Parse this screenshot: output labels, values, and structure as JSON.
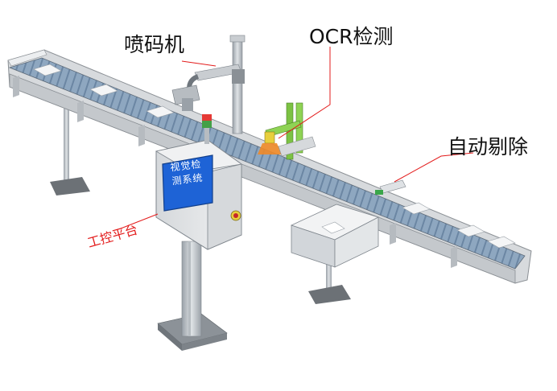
{
  "labels": {
    "printer": "喷码机",
    "ocr": "OCR检测",
    "reject": "自动剔除",
    "control": "工控平台"
  },
  "screen": {
    "line1": "视觉检",
    "line2": "测系统"
  },
  "colors": {
    "callout_line": "#e31b1b",
    "conveyor_frame": "#cfd3d6",
    "belt": "#7d9bb8",
    "screen": "#1e63d6",
    "ocr_frame": "#7cc243",
    "ocr_lamp": "#f08a28",
    "cabinet": "#e4e6e8"
  }
}
